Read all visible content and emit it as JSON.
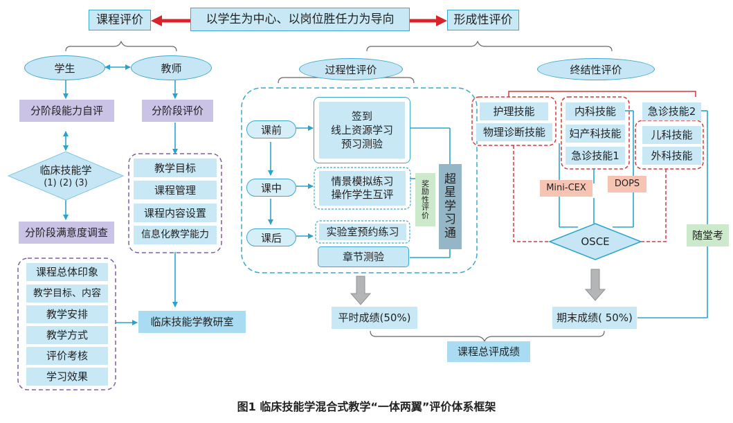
{
  "header": {
    "center": "以学生为中心、以岗位胜任力为导向",
    "left": "课程评价",
    "right": "形成性评价"
  },
  "course_eval": {
    "student": "学生",
    "teacher": "教师",
    "student_self": "分阶段能力自评",
    "teacher_eval": "分阶段评价",
    "diamond_l1": "临床技能学",
    "diamond_l2": "(1) (2) (3)",
    "teacher_items": [
      "教学目标",
      "课程管理",
      "课程内容设置",
      "信息化教学能力"
    ],
    "satisfaction": "分阶段满意度调查",
    "survey_items": [
      "课程总体印象",
      "教学目标、内容",
      "教学安排",
      "教学方式",
      "评价考核",
      "学习效果"
    ],
    "office": "临床技能学教研室"
  },
  "process_eval": {
    "title": "过程性评价",
    "before": "课前",
    "during": "课中",
    "after": "课后",
    "before_items": [
      "签到",
      "线上资源学习",
      "预习测验"
    ],
    "during_items": [
      "情景模拟练习",
      "操作学生互评"
    ],
    "lab": "实验室预约练习",
    "chapter": "章节测验",
    "reward": [
      "奖",
      "励",
      "性",
      "评",
      "价"
    ],
    "platform": [
      "超",
      "星",
      "学",
      "习",
      "通"
    ],
    "score": "平时成绩(50%)"
  },
  "final_eval": {
    "title": "终结性评价",
    "skills_a": [
      "护理技能",
      "物理诊断技能"
    ],
    "skills_b": [
      "内科技能",
      "妇产科技能",
      "急诊技能1"
    ],
    "skill_c": "急诊技能2",
    "skills_d": [
      "儿科技能",
      "外科技能"
    ],
    "mini_cex": "Mini-CEX",
    "dops": "DOPS",
    "osce": "OSCE",
    "quiz": "随堂考",
    "score": "期末成绩( 50%)"
  },
  "total": "课程总评成绩",
  "caption": "图1   临床技能学混合式教学“一体两翼”评价体系框架",
  "colors": {
    "line_blue": "#2aa3cc",
    "dash_purple": "#7b5ea7",
    "dash_red": "#d23a3a",
    "arrow_red": "#d8232a",
    "arrow_grey": "#a7a9ab"
  }
}
